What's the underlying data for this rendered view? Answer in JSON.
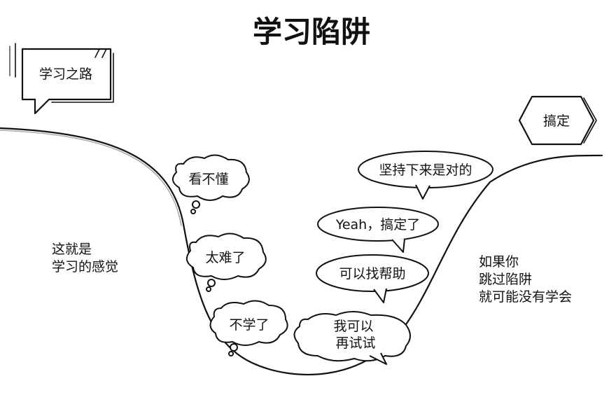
{
  "title": "学习陷阱",
  "path_label": "学习之路",
  "goal_label": "搞定",
  "left_note": [
    "这就是",
    "学习的感觉"
  ],
  "right_note": [
    "如果你",
    "跳过陷阱",
    "就可能没有学会"
  ],
  "bubbles": {
    "dont_understand": "看不懂",
    "too_hard": "太难了",
    "quit": "不学了",
    "try_again": [
      "我可以",
      "再试试"
    ],
    "find_help": "可以找帮助",
    "got_it": "Yeah，搞定了",
    "keep_going": "坚持下来是对的"
  }
}
